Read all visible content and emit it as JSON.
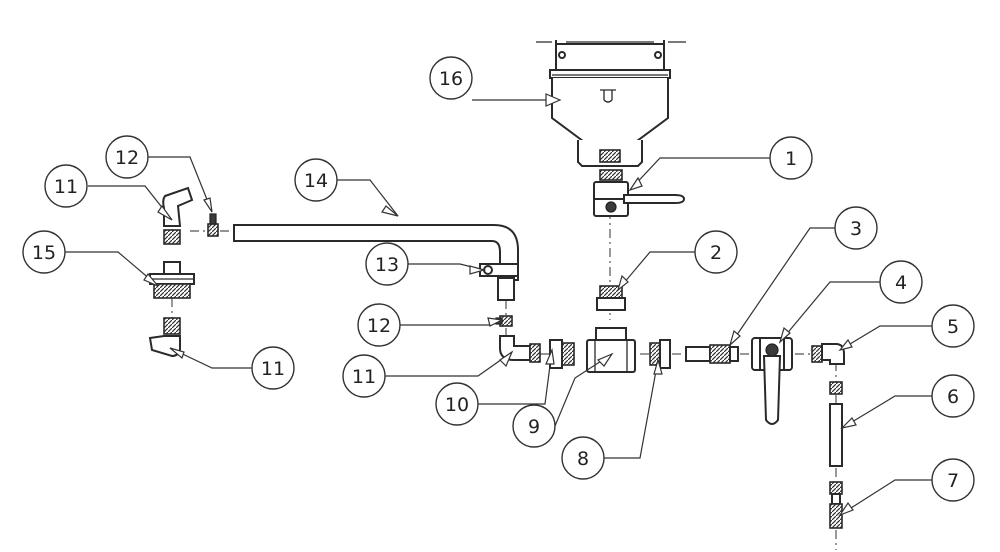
{
  "diagram": {
    "callouts": [
      {
        "id": "c1",
        "number": "1"
      },
      {
        "id": "c2",
        "number": "2"
      },
      {
        "id": "c3",
        "number": "3"
      },
      {
        "id": "c4",
        "number": "4"
      },
      {
        "id": "c5",
        "number": "5"
      },
      {
        "id": "c6",
        "number": "6"
      },
      {
        "id": "c7",
        "number": "7"
      },
      {
        "id": "c8",
        "number": "8"
      },
      {
        "id": "c9",
        "number": "9"
      },
      {
        "id": "c10",
        "number": "10"
      },
      {
        "id": "c11a",
        "number": "11"
      },
      {
        "id": "c11b",
        "number": "11"
      },
      {
        "id": "c11c",
        "number": "11"
      },
      {
        "id": "c12a",
        "number": "12"
      },
      {
        "id": "c12b",
        "number": "12"
      },
      {
        "id": "c13",
        "number": "13"
      },
      {
        "id": "c14",
        "number": "14"
      },
      {
        "id": "c15",
        "number": "15"
      },
      {
        "id": "c16",
        "number": "16"
      }
    ]
  }
}
